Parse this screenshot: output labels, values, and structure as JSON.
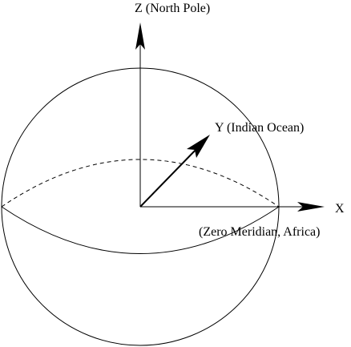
{
  "diagram": {
    "z_axis_label": "Z (North Pole)",
    "y_axis_label": "Y (Indian Ocean)",
    "x_axis_label": "X",
    "x_axis_sublabel": "(Zero Meridian, Africa)",
    "line_color": "#000000",
    "background_color": "#ffffff"
  }
}
